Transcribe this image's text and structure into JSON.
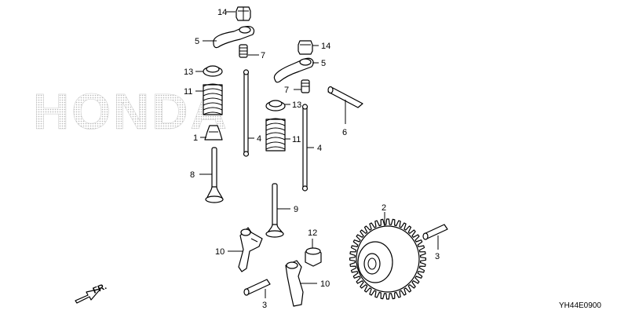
{
  "watermark": "HONDA",
  "diagram_code": "YH44E0900",
  "direction_label": "FR.",
  "callouts": {
    "c14a": "14",
    "c5a": "5",
    "c7a": "7",
    "c13a": "13",
    "c11a": "11",
    "c1": "1",
    "c4a": "4",
    "c8": "8",
    "c14b": "14",
    "c5b": "5",
    "c7b": "7",
    "c13b": "13",
    "c11b": "11",
    "c4b": "4",
    "c6": "6",
    "c9": "9",
    "c10a": "10",
    "c12": "12",
    "c10b": "10",
    "c3a": "3",
    "c2": "2",
    "c3b": "3"
  }
}
